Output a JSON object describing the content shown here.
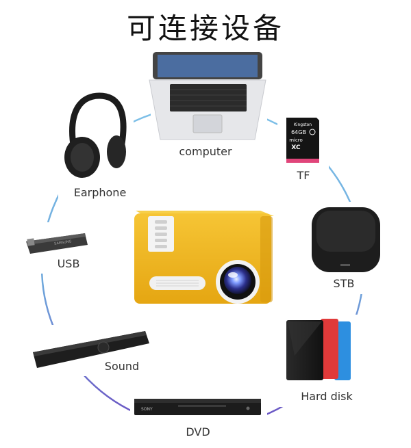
{
  "title": "可连接设备",
  "devices": {
    "computer": "computer",
    "tf": "TF",
    "stb": "STB",
    "hard_disk": "Hard disk",
    "dvd": "DVD",
    "sound": "Sound",
    "usb": "USB",
    "earphone": "Earphone"
  },
  "product_text": {
    "sd_brand": "Kingston",
    "sd_capacity": "64GB",
    "sd_micro": "micro",
    "sd_xc": "XC",
    "usb_brand": "SAMSUNG",
    "dvd_brand": "SONY"
  },
  "colors": {
    "ring_blue": "#6fb3e0",
    "ring_purple": "#7a5fc9",
    "projector_yellow": "#f2b71f"
  }
}
